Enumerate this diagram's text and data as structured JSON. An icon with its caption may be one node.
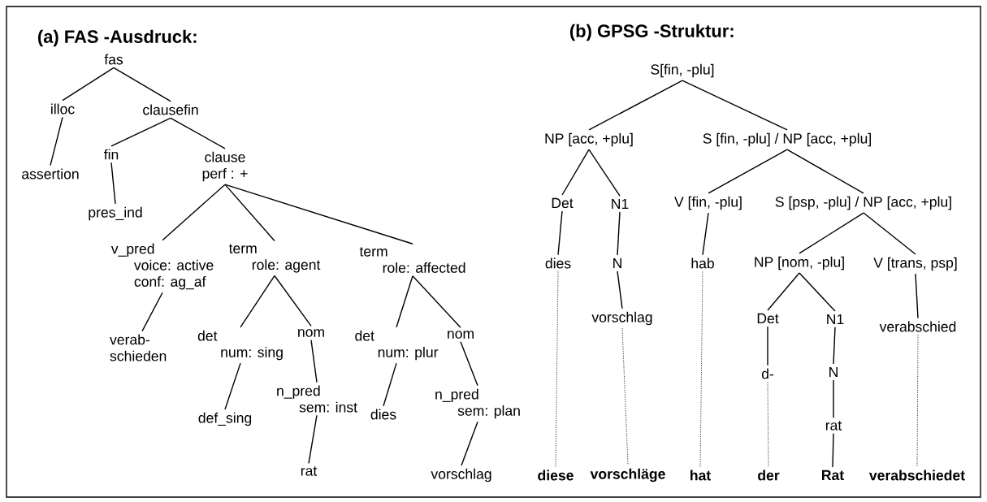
{
  "diagram": {
    "nodes": [
      {
        "text": [
          "fas"
        ]
      },
      {
        "text": [
          "illoc"
        ]
      },
      {
        "text": [
          "clausefin"
        ]
      },
      {
        "text": [
          "fin"
        ]
      },
      {
        "text": [
          "clause",
          "perf : +"
        ]
      },
      {
        "text": [
          "assertion"
        ]
      },
      {
        "text": [
          "pres_ind"
        ]
      },
      {
        "text": [
          "v_pred",
          "voice: active",
          "conf: ag_af"
        ]
      },
      {
        "text": [
          "term",
          "role: agent"
        ]
      },
      {
        "text": [
          "term",
          "role: affected"
        ]
      },
      {
        "text": [
          "verab- schieden"
        ]
      },
      {
        "text": [
          "det",
          "num: sing"
        ]
      },
      {
        "text": [
          "nom"
        ]
      },
      {
        "text": [
          "det",
          "num: plur"
        ]
      },
      {
        "text": [
          "nom"
        ]
      },
      {
        "text": [
          "n_pred",
          "sem: inst"
        ]
      },
      {
        "text": [
          "dies"
        ]
      },
      {
        "text": [
          "n_pred",
          "sem: plan"
        ]
      },
      {
        "text": [
          "def_sing"
        ]
      },
      {
        "text": [
          "rat"
        ]
      },
      {
        "text": [
          "vorschlag"
        ]
      },
      {
        "text": [
          "S[fin, -plu]"
        ]
      },
      {
        "text": [
          "NP [acc, +plu]"
        ]
      },
      {
        "text": [
          "S [fin, -plu] / NP [acc, +plu]"
        ]
      },
      {
        "text": [
          "Det"
        ]
      },
      {
        "text": [
          "N1"
        ]
      },
      {
        "text": [
          "V [fin, -plu]"
        ]
      },
      {
        "text": [
          "S [psp, -plu] / NP [acc, +plu]"
        ]
      },
      {
        "text": [
          "dies"
        ]
      },
      {
        "text": [
          "N"
        ]
      },
      {
        "text": [
          "hab"
        ]
      },
      {
        "text": [
          "NP [nom, -plu]"
        ]
      },
      {
        "text": [
          "V [trans, psp]"
        ]
      },
      {
        "text": [
          "vorschlag"
        ]
      },
      {
        "text": [
          "Det"
        ]
      },
      {
        "text": [
          "N1"
        ]
      },
      {
        "text": [
          "verabschied"
        ]
      },
      {
        "text": [
          "d-"
        ]
      },
      {
        "text": [
          "N"
        ]
      },
      {
        "text": [
          "rat"
        ]
      },
      {
        "text": [
          "diese"
        ]
      },
      {
        "text": [
          "vorschläge"
        ]
      },
      {
        "text": [
          "hat"
        ]
      },
      {
        "text": [
          "der"
        ]
      },
      {
        "text": [
          "Rat"
        ]
      },
      {
        "text": [
          "verabschiedet"
        ]
      }
    ],
    "edges": [
      {
        "from": 0,
        "to": 1,
        "arrow": "none"
      },
      {
        "from": 0,
        "to": 2,
        "arrow": "none"
      },
      {
        "from": 1,
        "to": 5,
        "arrow": "none"
      },
      {
        "from": 2,
        "to": 3,
        "arrow": "none"
      },
      {
        "from": 2,
        "to": 4,
        "arrow": "none"
      },
      {
        "from": 3,
        "to": 6,
        "arrow": "none"
      },
      {
        "from": 4,
        "to": 7,
        "arrow": "none"
      },
      {
        "from": 4,
        "to": 8,
        "arrow": "none"
      },
      {
        "from": 4,
        "to": 9,
        "arrow": "none"
      },
      {
        "from": 7,
        "to": 10,
        "arrow": "none"
      },
      {
        "from": 8,
        "to": 11,
        "arrow": "none"
      },
      {
        "from": 8,
        "to": 12,
        "arrow": "none"
      },
      {
        "from": 9,
        "to": 13,
        "arrow": "none"
      },
      {
        "from": 9,
        "to": 14,
        "arrow": "none"
      },
      {
        "from": 11,
        "to": 18,
        "arrow": "none"
      },
      {
        "from": 12,
        "to": 15,
        "arrow": "none"
      },
      {
        "from": 13,
        "to": 16,
        "arrow": "none"
      },
      {
        "from": 14,
        "to": 17,
        "arrow": "none"
      },
      {
        "from": 15,
        "to": 19,
        "arrow": "none"
      },
      {
        "from": 17,
        "to": 20,
        "arrow": "none"
      },
      {
        "from": 21,
        "to": 22,
        "arrow": "none"
      },
      {
        "from": 21,
        "to": 23,
        "arrow": "none"
      },
      {
        "from": 22,
        "to": 24,
        "arrow": "none"
      },
      {
        "from": 22,
        "to": 25,
        "arrow": "none"
      },
      {
        "from": 23,
        "to": 26,
        "arrow": "none"
      },
      {
        "from": 23,
        "to": 27,
        "arrow": "none"
      },
      {
        "from": 24,
        "to": 28,
        "arrow": "none"
      },
      {
        "from": 25,
        "to": 29,
        "arrow": "none"
      },
      {
        "from": 26,
        "to": 30,
        "arrow": "none"
      },
      {
        "from": 27,
        "to": 31,
        "arrow": "none"
      },
      {
        "from": 27,
        "to": 32,
        "arrow": "none"
      },
      {
        "from": 29,
        "to": 33,
        "arrow": "none"
      },
      {
        "from": 31,
        "to": 34,
        "arrow": "none"
      },
      {
        "from": 31,
        "to": 35,
        "arrow": "none"
      },
      {
        "from": 32,
        "to": 36,
        "arrow": "none"
      },
      {
        "from": 34,
        "to": 37,
        "arrow": "none"
      },
      {
        "from": 35,
        "to": 38,
        "arrow": "none"
      },
      {
        "from": 38,
        "to": 39,
        "arrow": "none"
      },
      {
        "from": 28,
        "to": 40,
        "arrow": "none",
        "style": "dashed"
      },
      {
        "from": 33,
        "to": 41,
        "arrow": "none",
        "style": "dashed"
      },
      {
        "from": 30,
        "to": 42,
        "arrow": "none",
        "style": "dashed"
      },
      {
        "from": 37,
        "to": 43,
        "arrow": "none",
        "style": "dashed"
      },
      {
        "from": 39,
        "to": 44,
        "arrow": "none"
      },
      {
        "from": 36,
        "to": 45,
        "arrow": "none",
        "style": "dashed"
      }
    ],
    "labels": [
      "(a) FAS -Ausdruck:",
      "(b) GPSG -Struktur:"
    ]
  }
}
